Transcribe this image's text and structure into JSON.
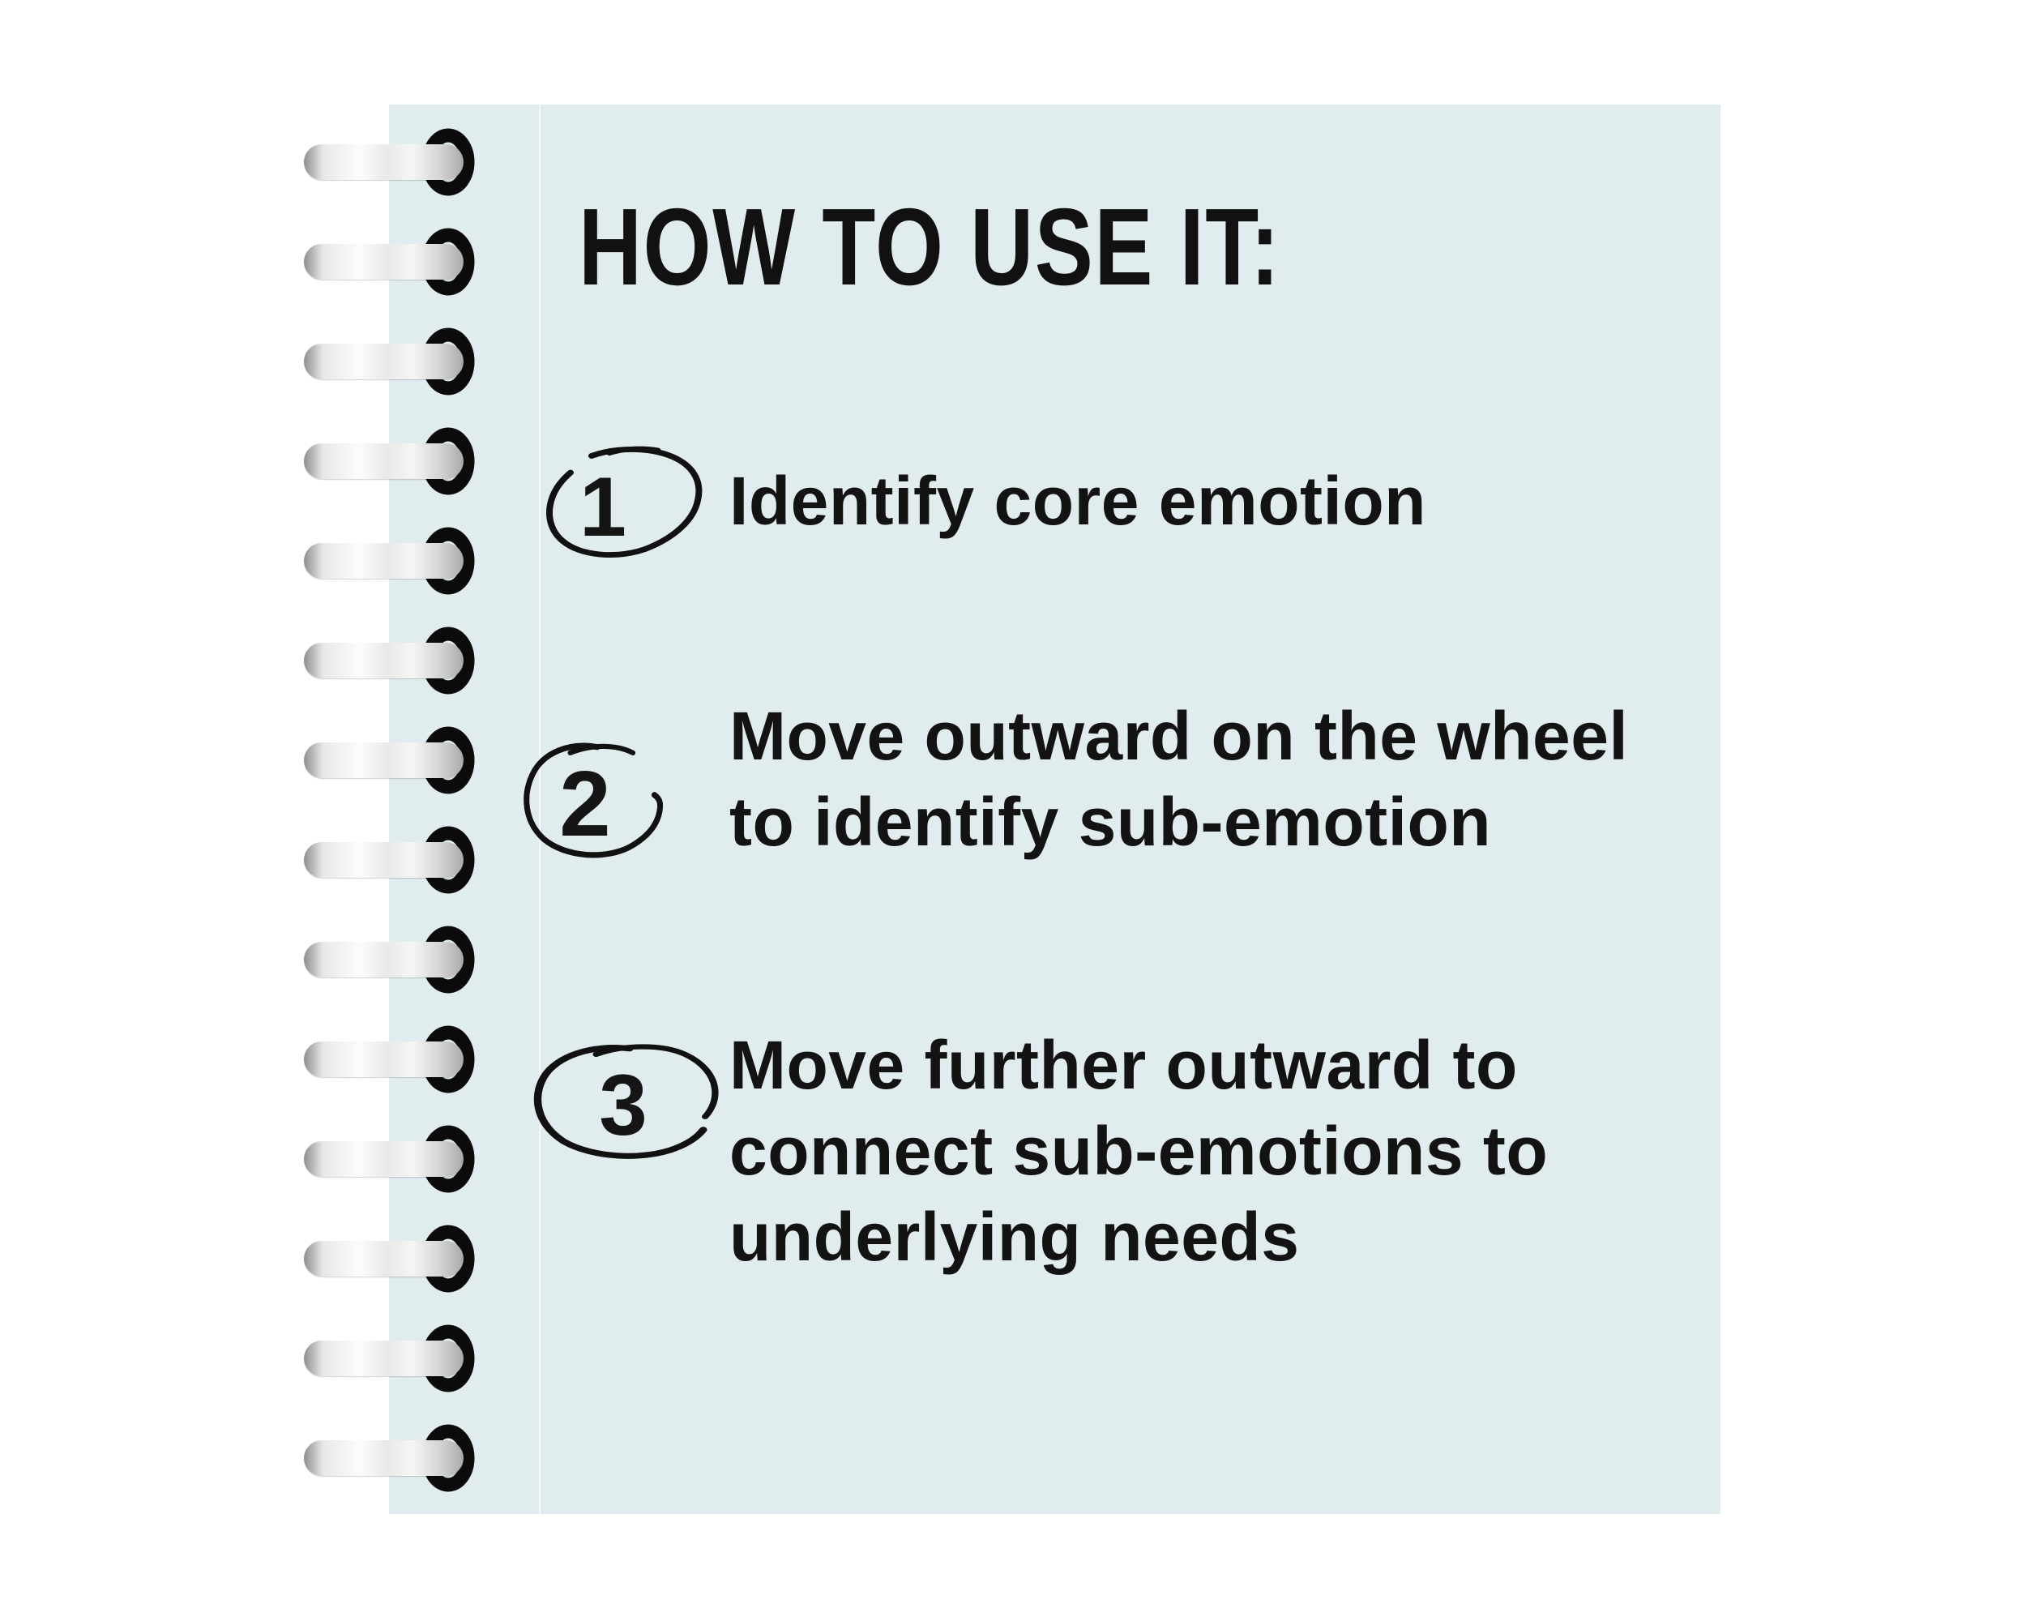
{
  "title": "HOW TO USE IT:",
  "steps": [
    {
      "number": "1",
      "lines": [
        "Identify core emotion"
      ]
    },
    {
      "number": "2",
      "lines": [
        "Move outward on the wheel",
        "to identify sub-emotion"
      ]
    },
    {
      "number": "3",
      "lines": [
        "Move further outward to",
        "connect sub-emotions to",
        "underlying needs"
      ]
    }
  ],
  "binding": {
    "ring_count": 14
  },
  "colors": {
    "background": "#ffffff",
    "paper": "#e1ecef",
    "ink": "#121212",
    "ring_black": "#0b0b0b",
    "bar_silver": "#d9d9d9"
  }
}
